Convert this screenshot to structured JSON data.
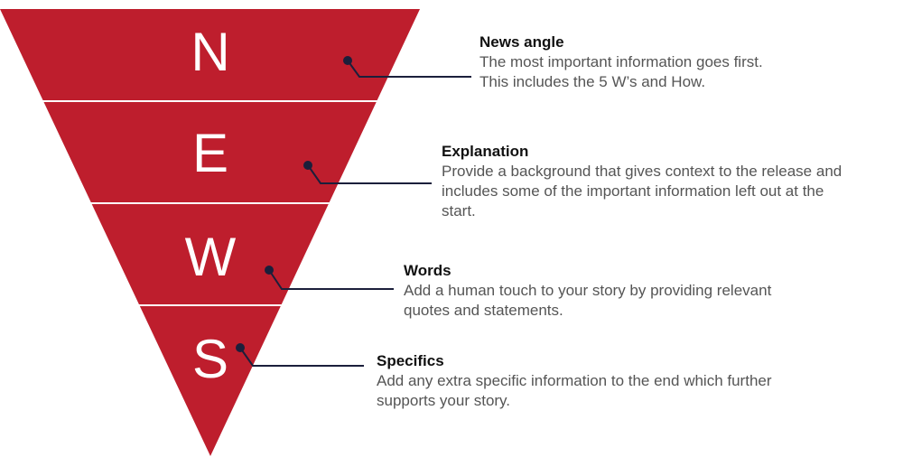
{
  "colors": {
    "funnel": "#BE1E2D",
    "connector": "#1B1F3B"
  },
  "letters": [
    "N",
    "E",
    "W",
    "S"
  ],
  "items": [
    {
      "title": "News angle",
      "lines": [
        "The most important information goes first.",
        "This includes the 5 W’s and How."
      ]
    },
    {
      "title": "Explanation",
      "lines": [
        "Provide a background that gives context to the release and",
        "includes some of the important information left out at the",
        "start."
      ]
    },
    {
      "title": "Words",
      "lines": [
        "Add a human touch to your story by providing relevant",
        "quotes and statements."
      ]
    },
    {
      "title": "Specifics",
      "lines": [
        "Add any extra specific information to the end which further",
        "supports your story."
      ]
    }
  ]
}
